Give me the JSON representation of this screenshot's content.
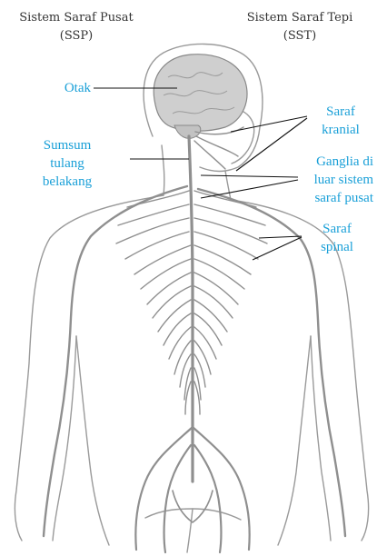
{
  "header": {
    "cns_title": "Sistem Saraf Pusat",
    "cns_abbr": "(SSP)",
    "pns_title": "Sistem Saraf Tepi",
    "pns_abbr": "(SST)"
  },
  "labels": {
    "otak": "Otak",
    "sumsum": [
      "Sumsum",
      "tulang",
      "belakang"
    ],
    "saraf_kranial": [
      "Saraf",
      "kranial"
    ],
    "ganglia": [
      "Ganglia di",
      "luar sistem",
      "saraf pusat"
    ],
    "saraf_spinal": [
      "Saraf",
      "spinal"
    ]
  },
  "colors": {
    "label": "#1aa0d8",
    "nerve": "#8f8f8f",
    "outline": "#9a9a9a",
    "leader": "#111111"
  }
}
